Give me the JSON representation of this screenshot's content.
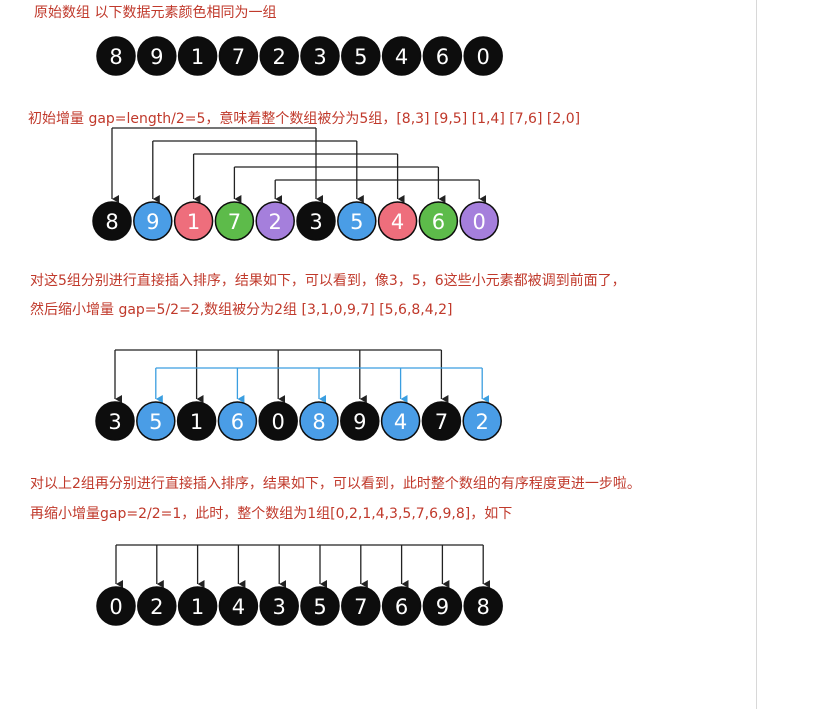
{
  "captions": {
    "intro": "原始数组  以下数据元素颜色相同为一组",
    "step1": "初始增量 gap=length/2=5，意味着整个数组被分为5组，[8,3] [9,5] [1,4] [7,6] [2,0]",
    "step2_line1": "对这5组分别进行直接插入排序，结果如下，可以看到，像3，5，6这些小元素都被调到前面了，",
    "step2_line2": "然后缩小增量 gap=5/2=2,数组被分为2组 [3,1,0,9,7] [5,6,8,4,2]",
    "step3_line1": "对以上2组再分别进行直接插入排序，结果如下，可以看到，此时整个数组的有序程度更进一步啦。",
    "step3_line2": "再缩小增量gap=2/2=1，此时，整个数组为1组[0,2,1,4,3,5,7,6,9,8]，如下"
  },
  "colors": {
    "black": "#0d0d0d",
    "blue": "#4a9de6",
    "pink": "#ee6e7c",
    "green": "#5dbb4a",
    "purple": "#a57fdc",
    "arrow_blue": "#3a9ee0",
    "arrow_black": "#222222"
  },
  "rows": [
    {
      "values": [
        8,
        9,
        1,
        7,
        2,
        3,
        5,
        4,
        6,
        0
      ],
      "fills": [
        "black",
        "black",
        "black",
        "black",
        "black",
        "black",
        "black",
        "black",
        "black",
        "black"
      ]
    },
    {
      "values": [
        8,
        9,
        1,
        7,
        2,
        3,
        5,
        4,
        6,
        0
      ],
      "fills": [
        "black",
        "blue",
        "pink",
        "green",
        "purple",
        "black",
        "blue",
        "pink",
        "green",
        "purple"
      ]
    },
    {
      "values": [
        3,
        5,
        1,
        6,
        0,
        8,
        9,
        4,
        7,
        2
      ],
      "fills": [
        "black",
        "blue",
        "black",
        "blue",
        "black",
        "blue",
        "black",
        "blue",
        "black",
        "blue"
      ]
    },
    {
      "values": [
        0,
        2,
        1,
        4,
        3,
        5,
        7,
        6,
        9,
        8
      ],
      "fills": [
        "black",
        "black",
        "black",
        "black",
        "black",
        "black",
        "black",
        "black",
        "black",
        "black"
      ]
    }
  ],
  "groupings": [
    {
      "row": 1,
      "groups": [
        [
          0,
          5
        ],
        [
          1,
          6
        ],
        [
          2,
          7
        ],
        [
          3,
          8
        ],
        [
          4,
          9
        ]
      ],
      "color": "arrow_black"
    },
    {
      "row": 2,
      "groups": [
        [
          0,
          2,
          4,
          6,
          8
        ],
        [
          1,
          3,
          5,
          7,
          9
        ]
      ],
      "colors": [
        "arrow_black",
        "arrow_blue"
      ]
    },
    {
      "row": 3,
      "groups": [
        [
          0,
          1,
          2,
          3,
          4,
          5,
          6,
          7,
          8,
          9
        ]
      ],
      "color": "arrow_black"
    }
  ]
}
